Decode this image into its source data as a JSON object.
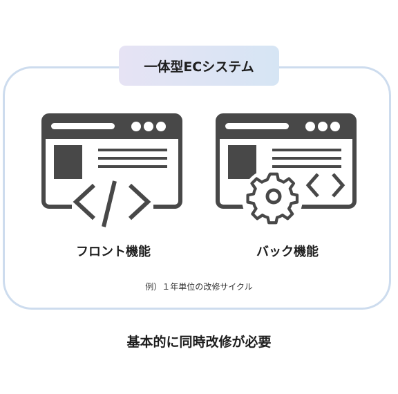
{
  "title": "一体型ECシステム",
  "front": {
    "label": "フロント機能",
    "icon": "code-brackets-icon"
  },
  "back": {
    "label": "バック機能",
    "icon": "gear-with-code-icon"
  },
  "note": "例）１年単位の改修サイクル",
  "footer": "基本的に同時改修が必要",
  "colors": {
    "frame_border": "#cddcee",
    "title_bg_start": "#e6e3f4",
    "title_bg_end": "#d6e5f4",
    "icon": "#484848"
  }
}
